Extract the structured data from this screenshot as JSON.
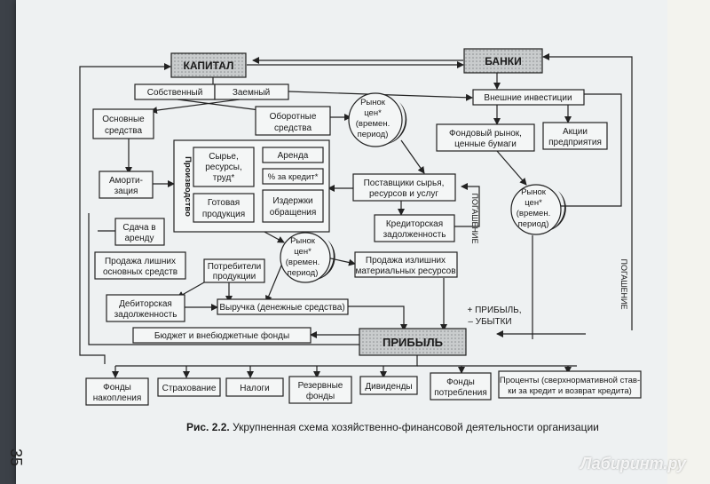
{
  "boxes": {
    "kapital": "КАПИТАЛ",
    "banki": "БАНКИ",
    "sobstvenny": "Собственный",
    "zaemny": "Заемный",
    "vneshnie": "Внешние инвестиции",
    "osnovnye": [
      "Основные",
      "средства"
    ],
    "oborotnye": [
      "Оборотные",
      "средства"
    ],
    "fondovy": [
      "Фондовый рынок,",
      "ценные бумаги"
    ],
    "akcii": [
      "Акции",
      "предприятия"
    ],
    "amortizaciya": [
      "Аморти-",
      "зация"
    ],
    "proizvodstvo": "Производство",
    "syre": [
      "Сырье,",
      "ресурсы,",
      "труд*"
    ],
    "arenda": "Аренда",
    "za_kredit": "% за кредит*",
    "gotovaya": [
      "Готовая",
      "продукция"
    ],
    "izderzhki": [
      "Издержки",
      "обращения"
    ],
    "postavshiki": [
      "Поставщики сырья,",
      "ресурсов и услуг"
    ],
    "kreditorskaya": [
      "Кредиторская",
      "задолженность"
    ],
    "sdacha": [
      "Сдача в",
      "аренду"
    ],
    "prodazha_os": [
      "Продажа лишних",
      "основных средств"
    ],
    "potrebiteli": [
      "Потребители",
      "продукции"
    ],
    "prodazha_mat": [
      "Продажа излишних",
      "материальных ресурсов"
    ],
    "debitorskaya": [
      "Дебиторская",
      "задолженность"
    ],
    "vyruchka": "Выручка (денежные средства)",
    "byudzhet": "Бюджет и внебюджетные фонды",
    "pribyl": "ПРИБЫЛЬ",
    "fondy_nakopleniya": [
      "Фонды",
      "накопления"
    ],
    "strahovanie": "Страхование",
    "nalogi": "Налоги",
    "rezervnye": [
      "Резервные",
      "фонды"
    ],
    "dividendy": "Дивиденды",
    "fondy_potrebleniya": [
      "Фонды",
      "потребления"
    ],
    "procenty": [
      "Проценты (сверхнормативной став-",
      "ки за кредит и возврат кредита)"
    ]
  },
  "circles": {
    "rynok_text": [
      "Рынок",
      "цен*",
      "(времен.",
      "период)"
    ]
  },
  "labels": {
    "pogashenie": "ПОГАШЕНИЕ",
    "pribyl_plus": "+ ПРИБЫЛЬ,",
    "ubytki_minus": "– УБЫТКИ"
  },
  "caption": {
    "prefix": "Рис. 2.2.",
    "text": "Укрупненная схема хозяйственно-финансовой деятельности организации"
  },
  "page_number": "35",
  "watermark": "Лабиринт.ру"
}
